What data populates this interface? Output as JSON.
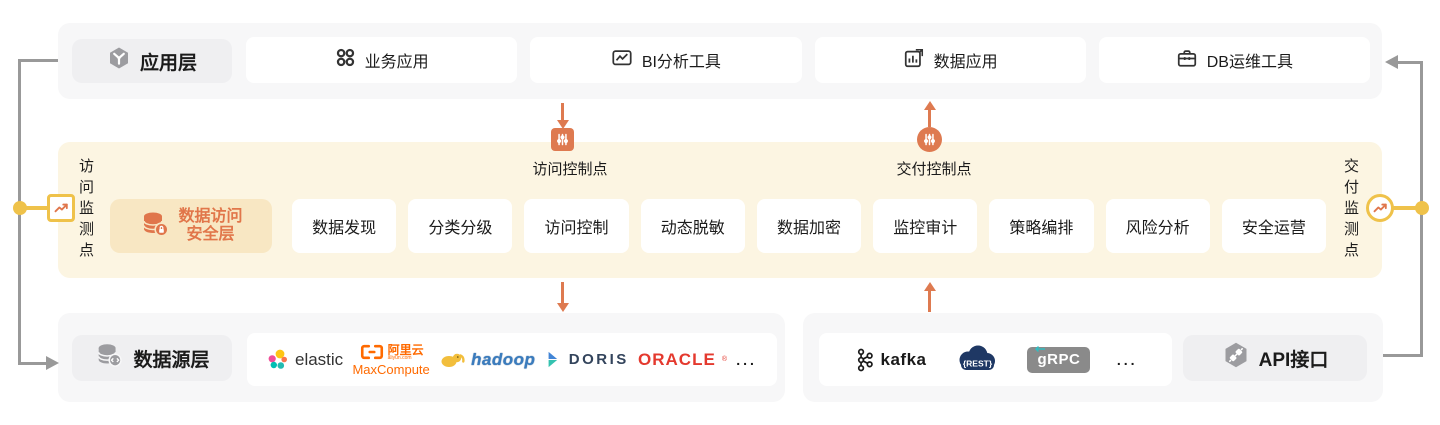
{
  "layers": {
    "app": {
      "label": "应用层",
      "items": [
        "业务应用",
        "BI分析工具",
        "数据应用",
        "DB运维工具"
      ]
    },
    "security": {
      "title": [
        "数据访问",
        "安全层"
      ],
      "items": [
        "数据发现",
        "分类分级",
        "访问控制",
        "动态脱敏",
        "数据加密",
        "监控审计",
        "策略编排",
        "风险分析",
        "安全运营"
      ],
      "left_monitor": "访问监测点",
      "right_monitor": "交付监测点",
      "access_control_point": "访问控制点",
      "delivery_control_point": "交付控制点"
    },
    "source": {
      "label": "数据源层"
    },
    "api": {
      "label": "API接口"
    }
  },
  "logos": {
    "elastic": "elastic",
    "maxcompute": {
      "brand": "阿里云",
      "sub": "aliyun.com",
      "name": "MaxCompute"
    },
    "hadoop": "hadoop",
    "doris": "DORIS",
    "oracle": "ORACLE",
    "kafka": "kafka",
    "rest": "{REST}",
    "grpc": "gRPC",
    "more": "..."
  },
  "colors": {
    "accent_orange": "#DE7A50",
    "accent_yellow": "#EFC24A",
    "band_cream": "#FCF5E2",
    "security_box": "#F8E7C3",
    "line_gray": "#999999"
  }
}
